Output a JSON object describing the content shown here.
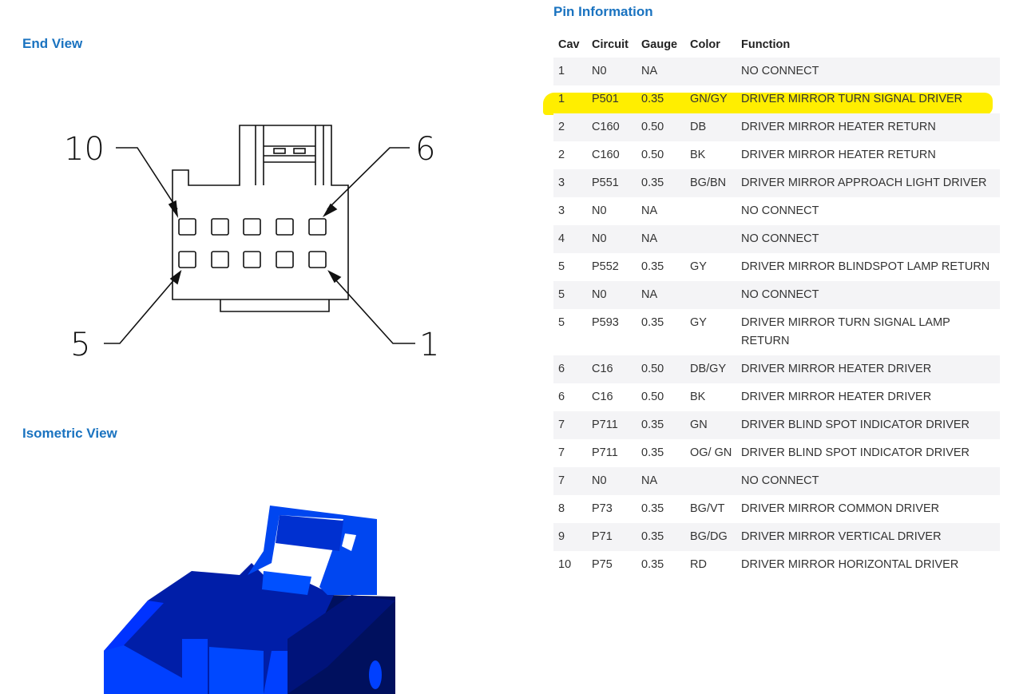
{
  "end_view": {
    "title": "End View",
    "labels": {
      "top_left": "10",
      "top_right": "6",
      "bottom_left": "5",
      "bottom_right": "1"
    }
  },
  "isometric_view": {
    "title": "Isometric View"
  },
  "pin_info": {
    "title": "Pin Information",
    "highlight_color": "#ffee00",
    "columns": [
      "Cav",
      "Circuit",
      "Gauge",
      "Color",
      "Function"
    ],
    "rows": [
      [
        "1",
        "N0",
        "NA",
        "",
        "NO CONNECT"
      ],
      [
        "1",
        "P501",
        "0.35",
        "GN/GY",
        "DRIVER MIRROR TURN SIGNAL DRIVER"
      ],
      [
        "2",
        "C160",
        "0.50",
        "DB",
        "DRIVER MIRROR HEATER RETURN"
      ],
      [
        "2",
        "C160",
        "0.50",
        "BK",
        "DRIVER MIRROR HEATER RETURN"
      ],
      [
        "3",
        "P551",
        "0.35",
        "BG/BN",
        "DRIVER MIRROR APPROACH LIGHT DRIVER"
      ],
      [
        "3",
        "N0",
        "NA",
        "",
        "NO CONNECT"
      ],
      [
        "4",
        "N0",
        "NA",
        "",
        "NO CONNECT"
      ],
      [
        "5",
        "P552",
        "0.35",
        "GY",
        "DRIVER MIRROR BLINDSPOT LAMP RETURN"
      ],
      [
        "5",
        "N0",
        "NA",
        "",
        "NO CONNECT"
      ],
      [
        "5",
        "P593",
        "0.35",
        "GY",
        "DRIVER MIRROR TURN SIGNAL LAMP RETURN"
      ],
      [
        "6",
        "C16",
        "0.50",
        "DB/GY",
        "DRIVER MIRROR HEATER DRIVER"
      ],
      [
        "6",
        "C16",
        "0.50",
        "BK",
        "DRIVER MIRROR HEATER DRIVER"
      ],
      [
        "7",
        "P711",
        "0.35",
        "GN",
        "DRIVER BLIND SPOT INDICATOR DRIVER"
      ],
      [
        "7",
        "P711",
        "0.35",
        "OG/ GN",
        "DRIVER BLIND SPOT INDICATOR DRIVER"
      ],
      [
        "7",
        "N0",
        "NA",
        "",
        "NO CONNECT"
      ],
      [
        "8",
        "P73",
        "0.35",
        "BG/VT",
        "DRIVER MIRROR COMMON DRIVER"
      ],
      [
        "9",
        "P71",
        "0.35",
        "BG/DG",
        "DRIVER MIRROR VERTICAL DRIVER"
      ],
      [
        "10",
        "P75",
        "0.35",
        "RD",
        "DRIVER MIRROR HORIZONTAL DRIVER"
      ]
    ],
    "highlighted_row": 1
  }
}
